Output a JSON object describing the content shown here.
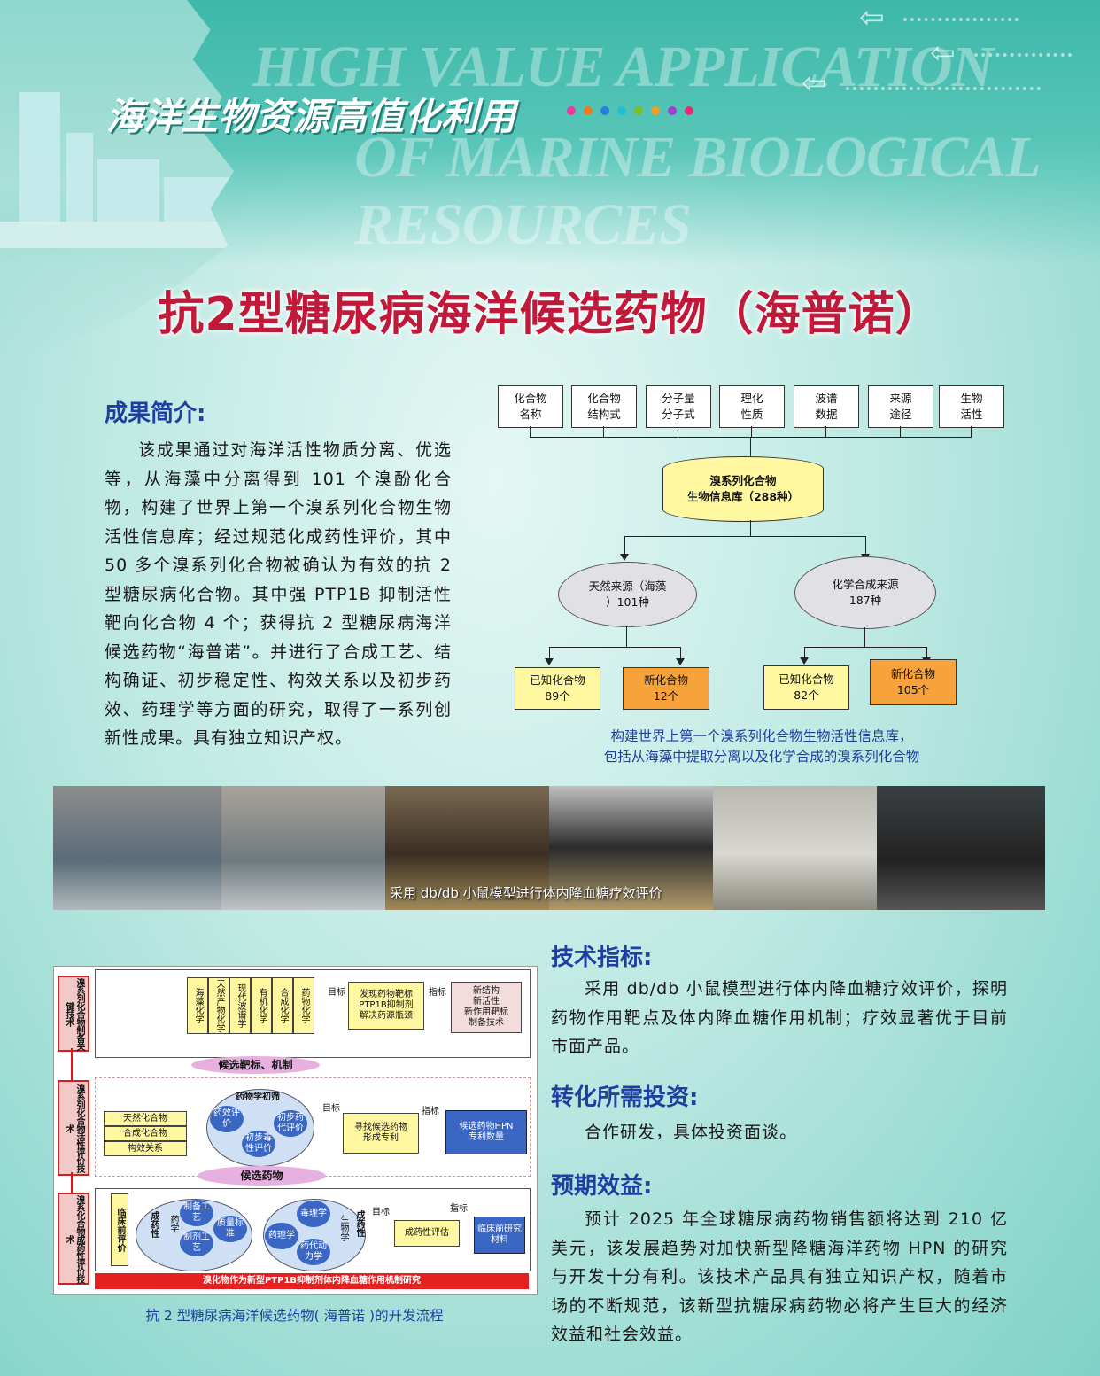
{
  "header": {
    "zh_title": "海洋生物资源高值化利用",
    "en_line1": "HIGH VALUE APPLICATION",
    "en_line2": "OF MARINE BIOLOGICAL RESOURCES",
    "dot_colors": [
      "#e83aa0",
      "#f07a1a",
      "#2a7de0",
      "#20c0d0",
      "#7ac020",
      "#f0a020",
      "#a040d0",
      "#e03070"
    ]
  },
  "title": "抗2型糖尿病海洋候选药物（海普诺）",
  "summary": {
    "heading": "成果简介:",
    "text": "该成果通过对海洋活性物质分离、优选等，从海藻中分离得到 101 个溴酚化合物，构建了世界上第一个溴系列化合物生物活性信息库；经过规范化成药性评价，其中 50 多个溴系列化合物被确认为有效的抗 2 型糖尿病化合物。其中强 PTP1B 抑制活性靶向化合物 4 个；获得抗 2 型糖尿病海洋候选药物“海普诺”。并进行了合成工艺、结构确证、初步稳定性、构效关系以及初步药效、药理学等方面的研究，取得了一系列创新性成果。具有独立知识产权。"
  },
  "db_chart": {
    "top_boxes": [
      {
        "l1": "化合物",
        "l2": "名称"
      },
      {
        "l1": "化合物",
        "l2": "结构式"
      },
      {
        "l1": "分子量",
        "l2": "分子式"
      },
      {
        "l1": "理化",
        "l2": "性质"
      },
      {
        "l1": "波谱",
        "l2": "数据"
      },
      {
        "l1": "来源",
        "l2": "途径"
      },
      {
        "l1": "生物",
        "l2": "活性"
      }
    ],
    "db_l1": "溴系列化合物",
    "db_l2": "生物信息库（288种）",
    "natural_l1": "天然来源（海藻",
    "natural_l2": "）101种",
    "chemical_l1": "化学合成来源",
    "chemical_l2": "187种",
    "leaf": [
      {
        "l1": "已知化合物",
        "l2": "89个"
      },
      {
        "l1": "新化合物",
        "l2": "12个"
      },
      {
        "l1": "已知化合物",
        "l2": "82个"
      },
      {
        "l1": "新化合物",
        "l2": "105个"
      }
    ],
    "caption_l1": "构建世界上第一个溴系列化合物生物活性信息库，",
    "caption_l2": "包括从海藻中提取分离以及化学合成的溴系列化合物"
  },
  "photos": {
    "caption": "采用 db/db 小鼠模型进行体内降血糖疗效评价"
  },
  "tech": {
    "heading": "技术指标:",
    "text": "采用 db/db 小鼠模型进行体内降血糖疗效评价，探明药物作用靶点及体内降血糖作用机制；疗效显著优于目前市面产品。"
  },
  "invest": {
    "heading": "转化所需投资:",
    "text": "合作研发，具体投资面谈。"
  },
  "benefit": {
    "heading": "预期效益:",
    "text": "预计 2025 年全球糖尿病药物销售额将达到 210 亿美元，该发展趋势对加快新型降糖海洋药物 HPN 的研究与开发十分有利。该技术产品具有独立知识产权，随着市场的不断规范，该新型抗糖尿病药物必将产生巨大的经济效益和社会效益。"
  },
  "flow2": {
    "left_labels": [
      "溴系列化合物制备关键技术",
      "溴系列化合物活性评价技术",
      "溴系化合物成药性评价技术"
    ],
    "disciplines": [
      "海藻化学",
      "天然产物化学",
      "现代波谱学",
      "有机化学",
      "合成化学",
      "药物化学"
    ],
    "target": "目标",
    "index": "指标",
    "box1": [
      "发现药物靶标",
      "PTP1B抑制剂",
      "解决药源瓶颈"
    ],
    "out1": [
      "新结构",
      "新活性",
      "新作用靶标",
      "制备技术"
    ],
    "band1": "候选靶标、机制",
    "compounds": [
      "天然化合物",
      "合成化合物",
      "构效关系"
    ],
    "pharm_title": "药物学初筛",
    "pharm_items": [
      "药效评价",
      "初步药代评价",
      "初步毒性评价"
    ],
    "box2": [
      "寻找候选药物",
      "形成专利"
    ],
    "out2": [
      "候选药物HPN",
      "专利数量"
    ],
    "band2": "候选药物",
    "preclin": "临床前评价",
    "drugability": "成药性",
    "pharmaceutics": "药学",
    "pharmaceutics_items": [
      "制备工艺",
      "质量标准",
      "制剂工艺"
    ],
    "biology": "生物学",
    "biology_items": [
      "毒理学",
      "药理学",
      "药代动力学"
    ],
    "drug_eval": "成药性评估",
    "preclin_mat": [
      "临床前研究",
      "材料"
    ],
    "bottom": "溴化物作为新型PTP1B抑制剂体内降血糖作用机制研究",
    "caption": "抗 2 型糖尿病海洋候选药物( 海普诺 )的开发流程"
  }
}
